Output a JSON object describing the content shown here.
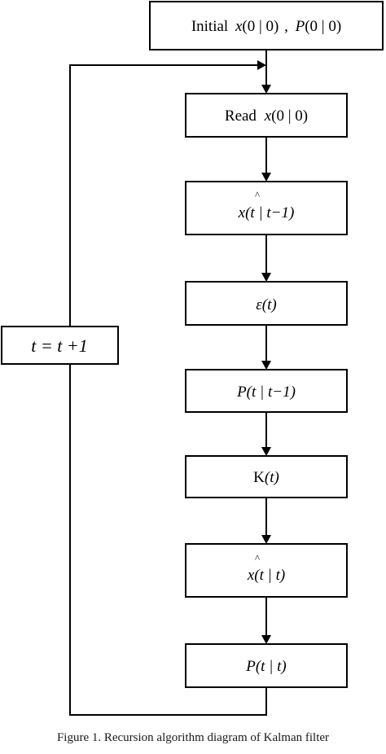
{
  "boxes": {
    "initial": {
      "word": "Initial",
      "sym_x": "x",
      "args_x": "(0 | 0)",
      "sep": ",",
      "sym_p": "P",
      "args_p": "(0 | 0)"
    },
    "read": {
      "word": "Read",
      "sym": "x",
      "args": "(0 | 0)"
    },
    "predict": {
      "hat": "^",
      "sym": "x",
      "args": "(t | t−1)"
    },
    "innovation": {
      "sym": "ε",
      "args": "(t)"
    },
    "covariance_prior": {
      "sym": "P",
      "args": "(t | t−1)"
    },
    "gain": {
      "sym": "K",
      "args": "(t)"
    },
    "update": {
      "hat": "^",
      "sym": "x",
      "args": "(t | t)"
    },
    "covariance_post": {
      "sym": "P",
      "args": "(t | t)"
    },
    "increment": {
      "text": "t = t +1"
    }
  },
  "caption": "Figure 1.    Recursion algorithm diagram of Kalman filter"
}
